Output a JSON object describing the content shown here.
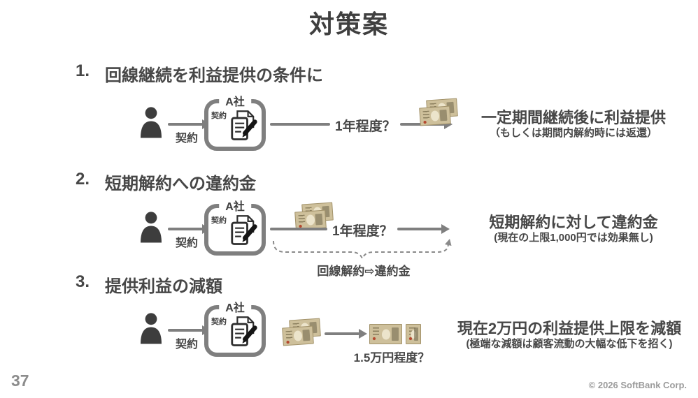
{
  "slide": {
    "title": "対策案",
    "footer": {
      "page_number": "37",
      "copyright": "© 2026 SoftBank Corp."
    },
    "colors": {
      "text": "#474747",
      "line": "#7f7f7f",
      "box_border": "#7f7f7f",
      "banknote": "#cec09b",
      "footer_gray": "#9b9b9b"
    },
    "sections": [
      {
        "number": "1.",
        "heading": "回線継続を利益提供の条件に",
        "contract_arrow_label": "契約",
        "company_box": {
          "name": "A社",
          "doc_label": "契約"
        },
        "duration_label": "1年程度？",
        "result_title": "一定期間継続後に利益提供",
        "result_note": "（もしくは期間内解約時には返還）"
      },
      {
        "number": "2.",
        "heading": "短期解約への違約金",
        "contract_arrow_label": "契約",
        "company_box": {
          "name": "A社",
          "doc_label": "契約"
        },
        "duration_label": "1年程度？",
        "brace_label": "回線解約⇨違約金",
        "result_title": "短期解約に対して違約金",
        "result_note": "(現在の上限1,000円では効果無し)"
      },
      {
        "number": "3.",
        "heading": "提供利益の減額",
        "contract_arrow_label": "契約",
        "company_box": {
          "name": "A社",
          "doc_label": "契約"
        },
        "amount_label": "1.5万円程度？",
        "result_title": "現在2万円の利益提供上限を減額",
        "result_note": "(極端な減額は顧客流動の大幅な低下を招く)"
      }
    ]
  }
}
